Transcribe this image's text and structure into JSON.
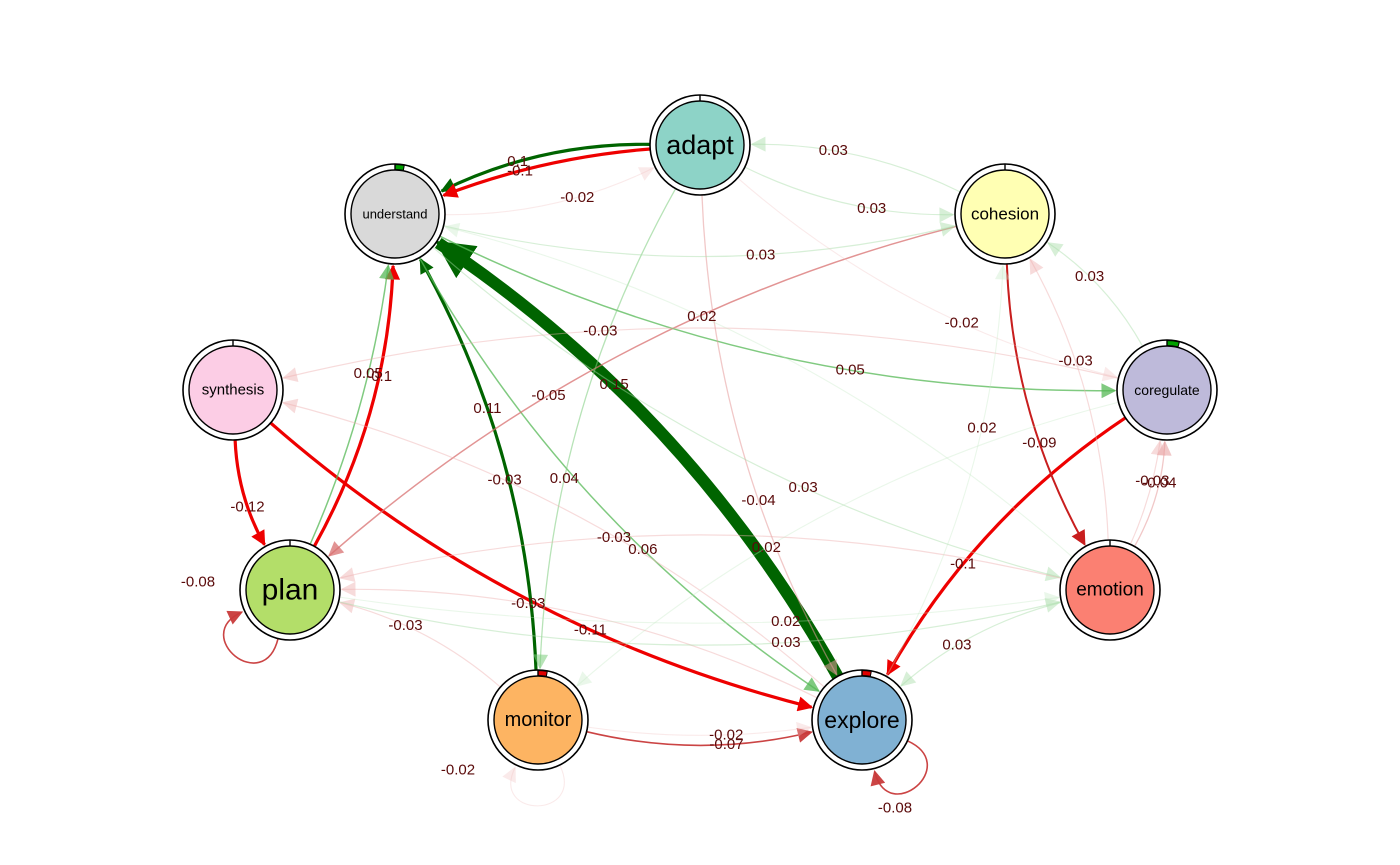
{
  "nodes": [
    {
      "id": "adapt",
      "label": "adapt",
      "color": "#8dd3c7"
    },
    {
      "id": "cohesion",
      "label": "cohesion",
      "color": "#ffffb3"
    },
    {
      "id": "coregulate",
      "label": "coregulate",
      "color": "#bebada"
    },
    {
      "id": "emotion",
      "label": "emotion",
      "color": "#fb8072"
    },
    {
      "id": "explore",
      "label": "explore",
      "color": "#80b1d3"
    },
    {
      "id": "monitor",
      "label": "monitor",
      "color": "#fdb462"
    },
    {
      "id": "plan",
      "label": "plan",
      "color": "#b3de69"
    },
    {
      "id": "synthesis",
      "label": "synthesis",
      "color": "#fccde5"
    },
    {
      "id": "understand",
      "label": "understand",
      "color": "#d9d9d9"
    }
  ],
  "edges": [
    {
      "from": "explore",
      "to": "understand",
      "label": "0.15"
    },
    {
      "from": "synthesis",
      "to": "plan",
      "label": "-0.12"
    },
    {
      "from": "synthesis",
      "to": "explore",
      "label": "-0.11"
    },
    {
      "from": "monitor",
      "to": "understand",
      "label": "0.11"
    },
    {
      "from": "plan",
      "to": "understand",
      "label": "-0.1"
    },
    {
      "from": "adapt",
      "to": "understand",
      "label": "0.1"
    },
    {
      "from": "adapt",
      "to": "understand",
      "label": "-0.1"
    },
    {
      "from": "coregulate",
      "to": "explore",
      "label": "-0.1"
    },
    {
      "from": "cohesion",
      "to": "emotion",
      "label": "-0.09"
    },
    {
      "from": "plan",
      "to": "plan",
      "label": "-0.08"
    },
    {
      "from": "explore",
      "to": "explore",
      "label": "-0.08"
    },
    {
      "from": "monitor",
      "to": "explore",
      "label": "-0.07"
    },
    {
      "from": "understand",
      "to": "explore",
      "label": "0.06"
    },
    {
      "from": "cohesion",
      "to": "plan",
      "label": "-0.05"
    },
    {
      "from": "understand",
      "to": "coregulate",
      "label": "0.05"
    },
    {
      "from": "plan",
      "to": "understand",
      "label": "0.05"
    },
    {
      "from": "adapt",
      "to": "monitor",
      "label": "0.04"
    },
    {
      "from": "adapt",
      "to": "explore",
      "label": "-0.04"
    },
    {
      "from": "emotion",
      "to": "coregulate",
      "label": "-0.04"
    },
    {
      "from": "adapt",
      "to": "cohesion",
      "label": "0.03"
    },
    {
      "from": "cohesion",
      "to": "adapt",
      "label": "0.03"
    },
    {
      "from": "understand",
      "to": "cohesion",
      "label": "0.03"
    },
    {
      "from": "understand",
      "to": "emotion",
      "label": "0.03"
    },
    {
      "from": "coregulate",
      "to": "cohesion",
      "label": "0.03"
    },
    {
      "from": "emotion",
      "to": "cohesion",
      "label": "-0.03"
    },
    {
      "from": "coregulate",
      "to": "synthesis",
      "label": "-0.03"
    },
    {
      "from": "emotion",
      "to": "plan",
      "label": "-0.03"
    },
    {
      "from": "explore",
      "to": "plan",
      "label": "-0.03"
    },
    {
      "from": "monitor",
      "to": "plan",
      "label": "-0.03"
    },
    {
      "from": "explore",
      "to": "synthesis",
      "label": "-0.03"
    },
    {
      "from": "emotion",
      "to": "explore",
      "label": "0.03"
    },
    {
      "from": "plan",
      "to": "emotion",
      "label": "0.03"
    },
    {
      "from": "emotion",
      "to": "coregulate",
      "label": "-0.03"
    },
    {
      "from": "adapt",
      "to": "coregulate",
      "label": "-0.02"
    },
    {
      "from": "understand",
      "to": "adapt",
      "label": "-0.02"
    },
    {
      "from": "coregulate",
      "to": "monitor",
      "label": "0.02"
    },
    {
      "from": "emotion",
      "to": "understand",
      "label": "0.02"
    },
    {
      "from": "explore",
      "to": "cohesion",
      "label": "0.02"
    },
    {
      "from": "plan",
      "to": "emotion",
      "label": "0.02"
    },
    {
      "from": "monitor",
      "to": "explore",
      "label": "-0.02"
    },
    {
      "from": "monitor",
      "to": "monitor",
      "label": "-0.02"
    }
  ]
}
